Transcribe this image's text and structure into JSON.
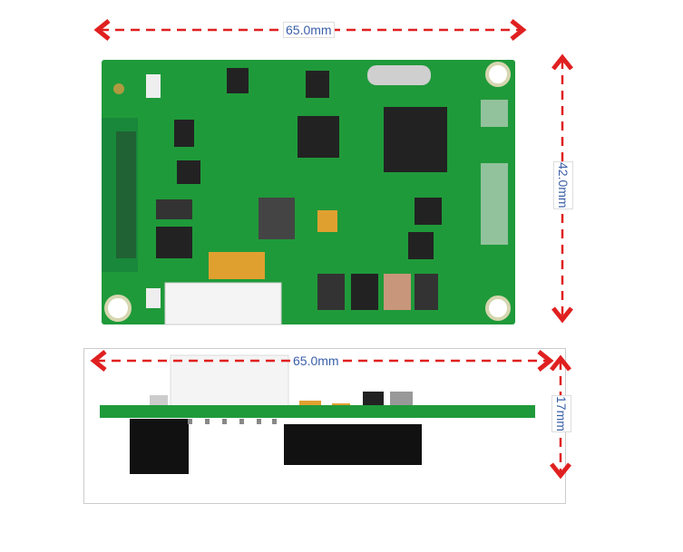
{
  "top_view": {
    "width_label": "65.0mm",
    "height_label": "42.0mm"
  },
  "side_view": {
    "width_label": "65.0mm",
    "height_label": "17mm"
  },
  "colors": {
    "pcb_green": "#1f9a3a",
    "dimension_arrow": "#e02020",
    "dimension_text": "#3a5fa8"
  }
}
